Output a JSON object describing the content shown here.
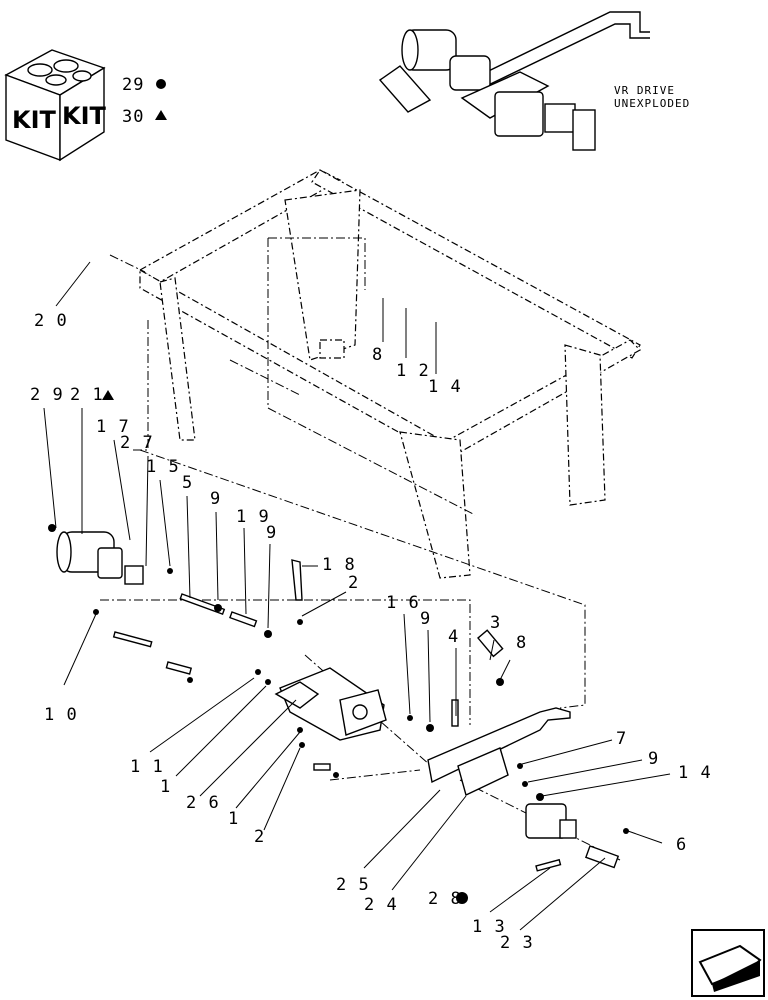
{
  "kit": {
    "box_label_1": "KIT",
    "box_label_2": "KIT",
    "legend": [
      {
        "number": "29",
        "symbol": "circle"
      },
      {
        "number": "30",
        "symbol": "triangle"
      }
    ]
  },
  "note": {
    "line1": "VR DRIVE",
    "line2": "UNEXPLODED"
  },
  "callouts": [
    {
      "id": "c20",
      "text": "2 0"
    },
    {
      "id": "c8a",
      "text": "8"
    },
    {
      "id": "c12",
      "text": "1 2"
    },
    {
      "id": "c14a",
      "text": "1 4"
    },
    {
      "id": "c29",
      "text": "2 9"
    },
    {
      "id": "c21",
      "text": "2 1"
    },
    {
      "id": "c17",
      "text": "1 7"
    },
    {
      "id": "c27",
      "text": "2 7"
    },
    {
      "id": "c15",
      "text": "1 5"
    },
    {
      "id": "c5",
      "text": "5"
    },
    {
      "id": "c9a",
      "text": "9"
    },
    {
      "id": "c19",
      "text": "1 9"
    },
    {
      "id": "c9b",
      "text": "9"
    },
    {
      "id": "c18",
      "text": "1 8"
    },
    {
      "id": "c2a",
      "text": "2"
    },
    {
      "id": "c10",
      "text": "1 0"
    },
    {
      "id": "c16",
      "text": "1 6"
    },
    {
      "id": "c9c",
      "text": "9"
    },
    {
      "id": "c4",
      "text": "4"
    },
    {
      "id": "c3",
      "text": "3"
    },
    {
      "id": "c8b",
      "text": "8"
    },
    {
      "id": "c11",
      "text": "1 1"
    },
    {
      "id": "c1a",
      "text": "1"
    },
    {
      "id": "c26",
      "text": "2 6"
    },
    {
      "id": "c1b",
      "text": "1"
    },
    {
      "id": "c2b",
      "text": "2"
    },
    {
      "id": "c7",
      "text": "7"
    },
    {
      "id": "c9d",
      "text": "9"
    },
    {
      "id": "c14b",
      "text": "1 4"
    },
    {
      "id": "c6",
      "text": "6"
    },
    {
      "id": "c25",
      "text": "2 5"
    },
    {
      "id": "c24",
      "text": "2 4"
    },
    {
      "id": "c28",
      "text": "2 8"
    },
    {
      "id": "c13",
      "text": "1 3"
    },
    {
      "id": "c23",
      "text": "2 3"
    }
  ]
}
